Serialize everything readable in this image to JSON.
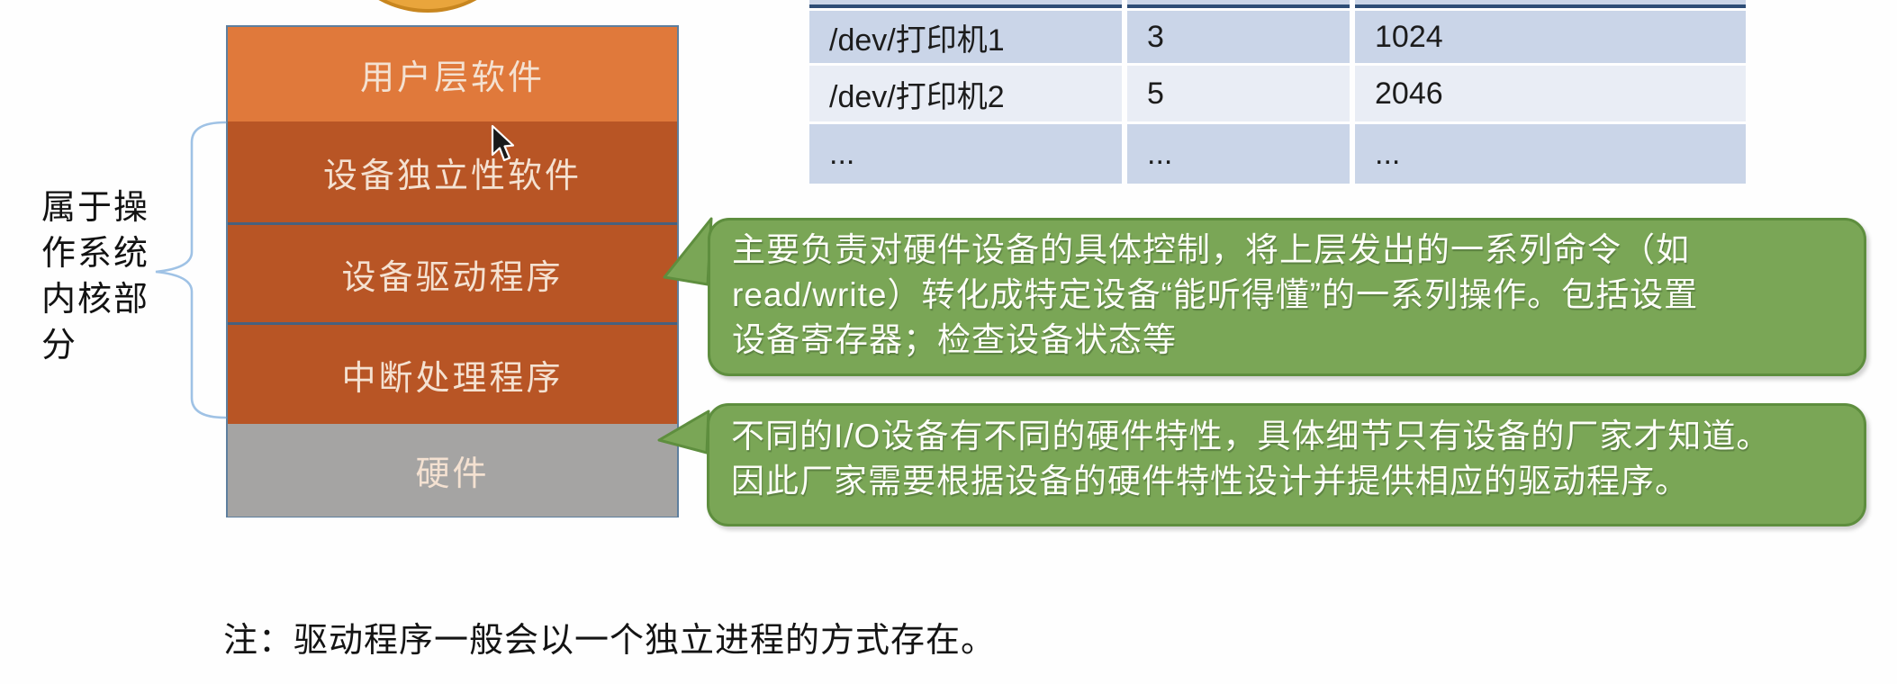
{
  "diagram": {
    "side_label_full": "属于操作系统内核部分",
    "side_label_lines": [
      "属于操",
      "作系统",
      "内核部",
      "分"
    ],
    "layers": [
      {
        "label": "用户层软件",
        "color": "#E0793B"
      },
      {
        "label": "设备独立性软件",
        "color": "#B85525"
      },
      {
        "label": "设备驱动程序",
        "color": "#B85525"
      },
      {
        "label": "中断处理程序",
        "color": "#B85525"
      },
      {
        "label": "硬件",
        "color": "#A5A4A3"
      }
    ]
  },
  "table": {
    "rows": [
      {
        "device": "/dev/打印机1",
        "col2": "3",
        "col3": "1024"
      },
      {
        "device": "/dev/打印机2",
        "col2": "5",
        "col3": "2046"
      },
      {
        "device": "...",
        "col2": "...",
        "col3": "..."
      }
    ],
    "row_color_dark": "#CAD5E8",
    "row_color_light": "#E9EDF5",
    "header_rule_color": "#2E4D76"
  },
  "callouts": [
    {
      "full": "主要负责对硬件设备的具体控制，将上层发出的一系列命令（如read/write）转化成特定设备“能听得懂”的一系列操作。包括设置设备寄存器；检查设备状态等",
      "lines": [
        "主要负责对硬件设备的具体控制，将上层发出的一系列命令（如",
        "read/write）转化成特定设备“能听得懂”的一系列操作。包括设置",
        "设备寄存器；检查设备状态等"
      ],
      "fill": "#7AA656",
      "border": "#5E8E3E"
    },
    {
      "full": "不同的I/O设备有不同的硬件特性，具体细节只有设备的厂家才知道。因此厂家需要根据设备的硬件特性设计并提供相应的驱动程序。",
      "lines": [
        "不同的I/O设备有不同的硬件特性，具体细节只有设备的厂家才知道。",
        "因此厂家需要根据设备的硬件特性设计并提供相应的驱动程序。"
      ],
      "fill": "#7AA656",
      "border": "#5E8E3E"
    }
  ],
  "note": "注：驱动程序一般会以一个独立进程的方式存在。",
  "colors": {
    "layer_user": "#E0793B",
    "layer_kernel": "#B85525",
    "layer_hardware": "#A5A4A3",
    "layer_separator": "#46617F",
    "brace_blue": "#9FC2E5",
    "circle_fill": "#E9A53C",
    "circle_border": "#C8861F",
    "box_border": "#5E7F9E"
  }
}
